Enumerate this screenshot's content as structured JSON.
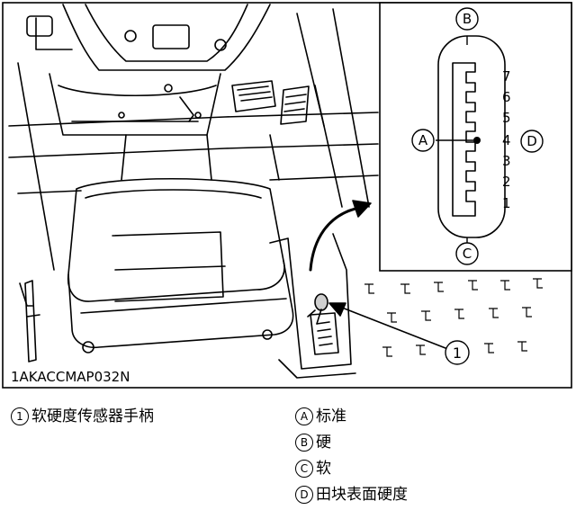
{
  "figure_code": "1AKACCMAP032N",
  "inset": {
    "top_marker": "B",
    "bottom_marker": "C",
    "left_marker": "A",
    "right_marker": "D",
    "positions": [
      "7",
      "6",
      "5",
      "4",
      "3",
      "2",
      "1"
    ]
  },
  "callout_marker": "1",
  "legend": [
    {
      "marker": "1",
      "text": "软硬度传感器手柄"
    },
    {
      "marker": "A",
      "text": "标准"
    },
    {
      "marker": "B",
      "text": "硬"
    },
    {
      "marker": "C",
      "text": "软"
    },
    {
      "marker": "D",
      "text": "田块表面硬度"
    }
  ]
}
